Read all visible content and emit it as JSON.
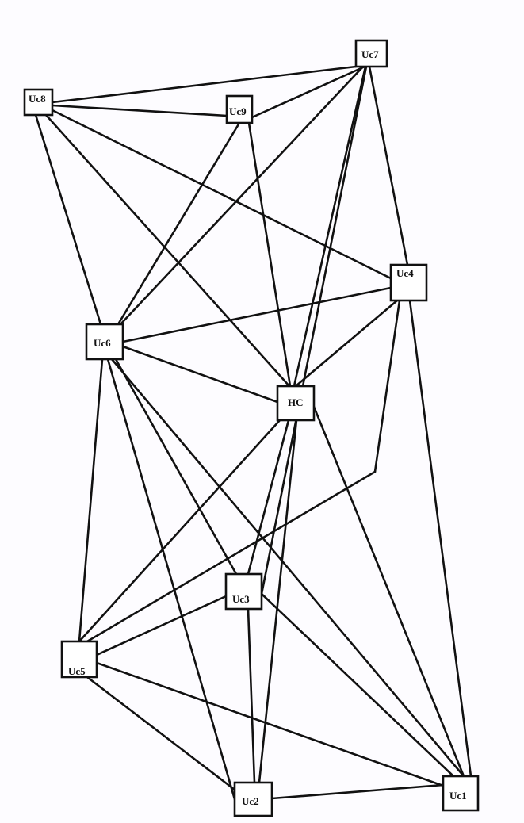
{
  "nodes": [
    {
      "id": "Uc7",
      "label": "Uc7"
    },
    {
      "id": "Uc8",
      "label": "Uc8"
    },
    {
      "id": "Uc9",
      "label": "Uc9"
    },
    {
      "id": "Uc4",
      "label": "Uc4"
    },
    {
      "id": "Uc6",
      "label": "Uc6"
    },
    {
      "id": "HC",
      "label": "HC"
    },
    {
      "id": "Uc3",
      "label": "Uc3"
    },
    {
      "id": "Uc5",
      "label": "Uc5"
    },
    {
      "id": "Uc2",
      "label": "Uc2"
    },
    {
      "id": "Uc1",
      "label": "Uc1"
    }
  ],
  "edges": [
    [
      "Uc8",
      "Uc7"
    ],
    [
      "Uc8",
      "Uc9"
    ],
    [
      "Uc8",
      "Uc6"
    ],
    [
      "Uc8",
      "HC"
    ],
    [
      "Uc8",
      "Uc4"
    ],
    [
      "Uc9",
      "Uc7"
    ],
    [
      "Uc9",
      "Uc6"
    ],
    [
      "Uc9",
      "HC"
    ],
    [
      "Uc7",
      "Uc6"
    ],
    [
      "Uc7",
      "HC"
    ],
    [
      "Uc7",
      "Uc4"
    ],
    [
      "Uc7",
      "Uc3"
    ],
    [
      "Uc4",
      "Uc6"
    ],
    [
      "Uc4",
      "HC"
    ],
    [
      "Uc4",
      "Uc5"
    ],
    [
      "Uc4",
      "Uc1"
    ],
    [
      "Uc6",
      "HC"
    ],
    [
      "Uc6",
      "Uc5"
    ],
    [
      "Uc6",
      "Uc3"
    ],
    [
      "Uc6",
      "Uc2"
    ],
    [
      "Uc6",
      "Uc1"
    ],
    [
      "HC",
      "Uc5"
    ],
    [
      "HC",
      "Uc3"
    ],
    [
      "HC",
      "Uc2"
    ],
    [
      "HC",
      "Uc1"
    ],
    [
      "Uc3",
      "Uc5"
    ],
    [
      "Uc3",
      "Uc2"
    ],
    [
      "Uc3",
      "Uc1"
    ],
    [
      "Uc5",
      "Uc2"
    ],
    [
      "Uc5",
      "Uc1"
    ],
    [
      "Uc2",
      "Uc1"
    ]
  ]
}
